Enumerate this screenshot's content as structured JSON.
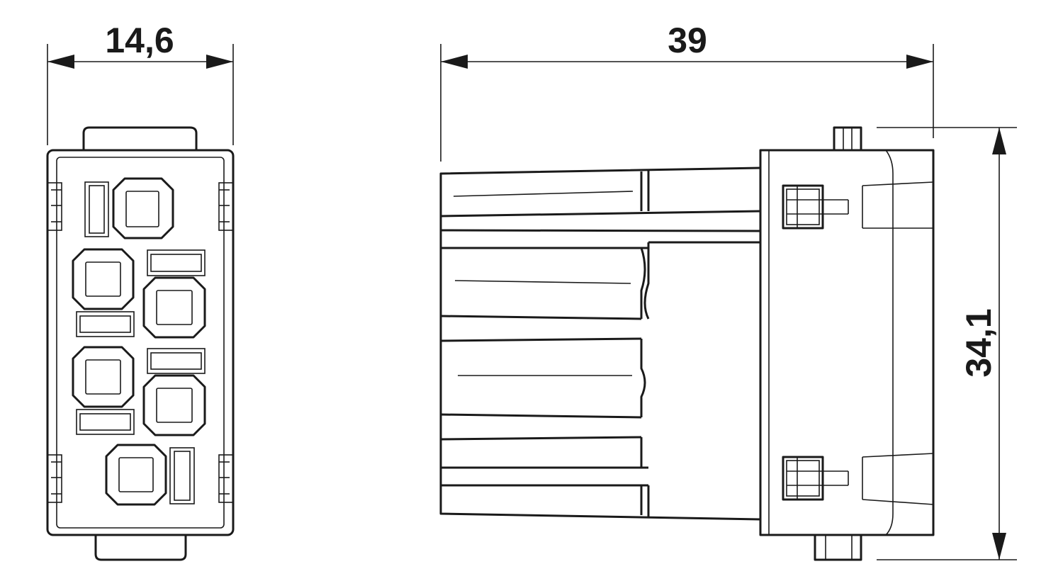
{
  "dimensions": {
    "front_width": "14,6",
    "side_length": "39",
    "side_height": "34,1"
  },
  "views": {
    "front": {
      "contact_count": 6
    },
    "side": {}
  },
  "colors": {
    "line": "#1a1a1a",
    "background": "#ffffff"
  }
}
